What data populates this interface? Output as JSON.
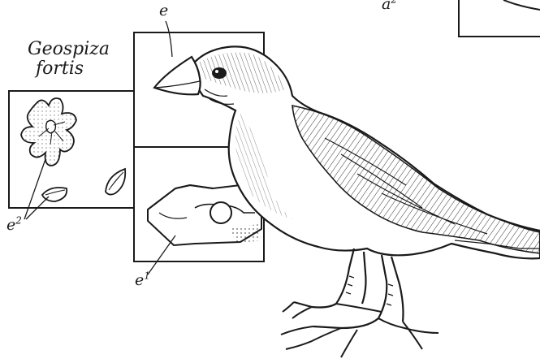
{
  "species": {
    "line1": "Geospiza",
    "line2": "fortis"
  },
  "labels": {
    "e": {
      "base": "e",
      "sup": ""
    },
    "e1": {
      "base": "e",
      "sup": "1"
    },
    "e2": {
      "base": "e",
      "sup": "2"
    },
    "a2": {
      "base": "a",
      "sup": "2"
    }
  },
  "colors": {
    "ink": "#1a1a1a",
    "paper": "#ffffff"
  },
  "icons": [
    "finch-drawing",
    "seed-flower",
    "seed",
    "pliers-tool"
  ]
}
